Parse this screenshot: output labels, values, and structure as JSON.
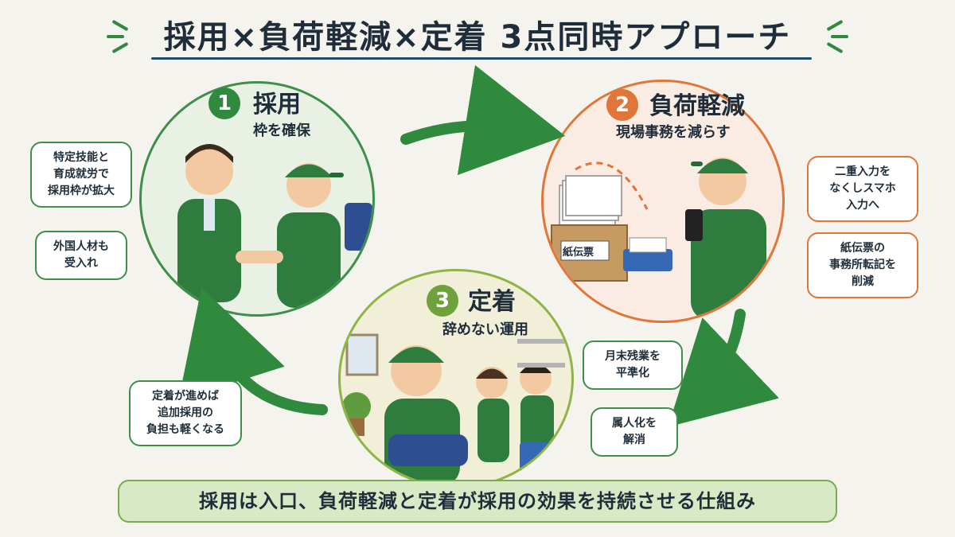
{
  "title": "採用×負荷軽減×定着 3点同時アプローチ",
  "steps": [
    {
      "number": "1",
      "heading": "採用",
      "subheading": "枠を確保"
    },
    {
      "number": "2",
      "heading": "負荷軽減",
      "subheading": "現場事務を減らす"
    },
    {
      "number": "3",
      "heading": "定着",
      "subheading": "辞めない運用"
    }
  ],
  "bubbles": {
    "recruit_1": [
      "特定技能と",
      "育成就労で",
      "採用枠が拡大"
    ],
    "recruit_2": [
      "外国人材も",
      "受入れ"
    ],
    "load_1": [
      "二重入力を",
      "なくしスマホ",
      "入力へ"
    ],
    "load_2": [
      "紙伝票の",
      "事務所転記を",
      "削減"
    ],
    "retain_1": [
      "月末残業を",
      "平準化"
    ],
    "retain_2": [
      "属人化を",
      "解消"
    ],
    "loop": [
      "定着が進めば",
      "追加採用の",
      "負担も軽くなる"
    ]
  },
  "box_label": "紙伝票",
  "bottom": "採用は入口、負荷軽減と定着が採用の効果を持続させる仕組み",
  "colors": {
    "green": "#2f8a3e",
    "orange": "#e0763a",
    "olive": "#8fb446",
    "navy": "#1f4a6e"
  }
}
